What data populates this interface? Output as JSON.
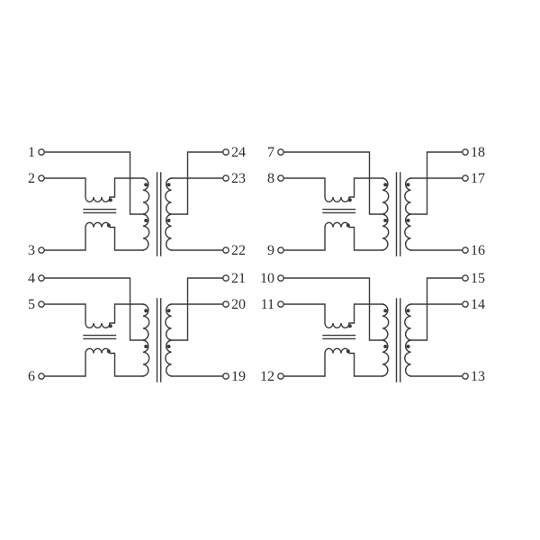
{
  "colors": {
    "background": "#ffffff",
    "line": "#3a3a3a",
    "text": "#2d2d2d"
  },
  "units": [
    {
      "id": "transformer-unit-top-left",
      "left_pins": [
        "1",
        "2",
        "3"
      ],
      "right_pins": [
        "24",
        "23",
        "22"
      ]
    },
    {
      "id": "transformer-unit-top-right",
      "left_pins": [
        "7",
        "8",
        "9"
      ],
      "right_pins": [
        "18",
        "17",
        "16"
      ]
    },
    {
      "id": "transformer-unit-bottom-left",
      "left_pins": [
        "4",
        "5",
        "6"
      ],
      "right_pins": [
        "21",
        "20",
        "19"
      ]
    },
    {
      "id": "transformer-unit-bottom-right",
      "left_pins": [
        "10",
        "11",
        "12"
      ],
      "right_pins": [
        "15",
        "14",
        "13"
      ]
    }
  ]
}
